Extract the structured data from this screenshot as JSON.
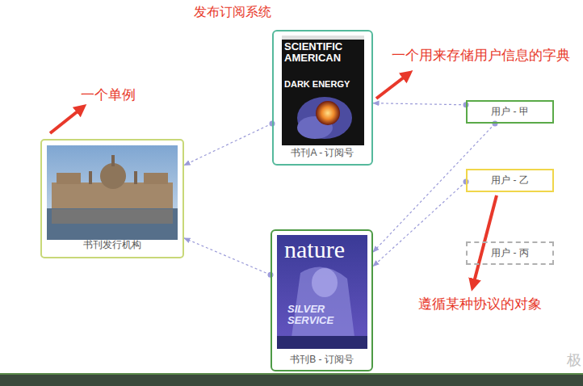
{
  "diagram": {
    "title": "发布订阅系统",
    "nodes": [
      {
        "text": [
          "书刊发行机构"
        ]
      },
      {
        "text": [
          "书刊A - 订阅号"
        ]
      },
      {
        "text": [
          "书刊B - 订阅号"
        ]
      },
      {
        "text": [
          "用户 - 甲"
        ]
      },
      {
        "text": [
          "用户 - 乙"
        ]
      },
      {
        "text": [
          "用户 - 丙"
        ]
      }
    ],
    "edges": [
      {
        "from": 1,
        "to": 0,
        "arrow": "to"
      },
      {
        "from": 2,
        "to": 0,
        "arrow": "to"
      },
      {
        "from": 3,
        "to": 1,
        "arrow": "to"
      },
      {
        "from": 3,
        "to": 2,
        "arrow": "to"
      },
      {
        "from": 4,
        "to": 2,
        "arrow": "to"
      }
    ],
    "labels": [
      "一个单例",
      "一个用来存储用户信息的字典",
      "遵循某种协议的对象",
      "SCIENTIFIC AMERICAN",
      "DARK ENERGY",
      "nature",
      "SILVER SERVICE",
      "极"
    ]
  }
}
